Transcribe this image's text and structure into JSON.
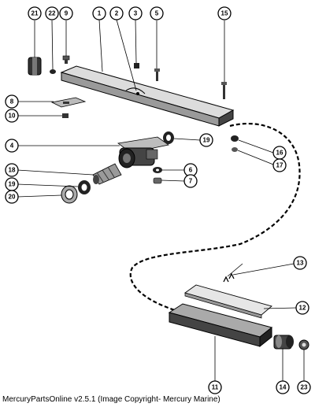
{
  "footer": {
    "text": "MercuryPartsOnline v2.5.1 (Image Copyright- Mercury Marine)"
  },
  "callouts": [
    "21",
    "22",
    "9",
    "1",
    "2",
    "3",
    "5",
    "15",
    "8",
    "10",
    "4",
    "19",
    "16",
    "17",
    "18",
    "6",
    "7",
    "19",
    "20",
    "13",
    "12",
    "11",
    "14",
    "23"
  ],
  "colors": {
    "ink": "#000000",
    "paper": "#ffffff",
    "part_dark": "#333333",
    "part_mid": "#888888",
    "part_light": "#cfcfcf"
  },
  "icons": [
    "mounting-rail",
    "tension-nut",
    "lock-nut",
    "motor-housing",
    "armature-sleeve",
    "washer",
    "cable-conduit",
    "plastic-cover",
    "spring-contact",
    "coupler",
    "cap-nut"
  ]
}
